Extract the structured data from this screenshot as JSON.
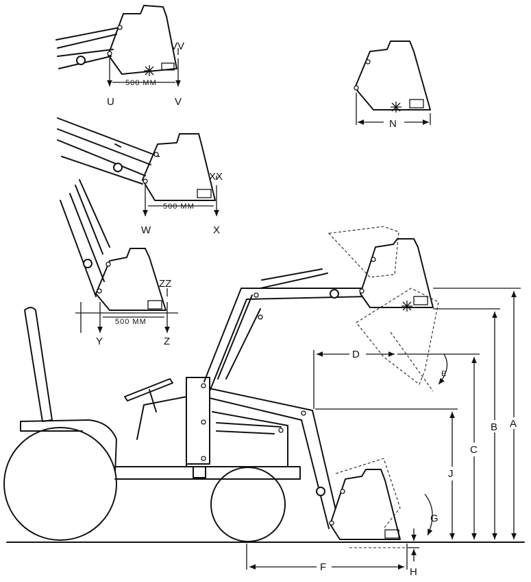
{
  "labels": {
    "A": "A",
    "B": "B",
    "C": "C",
    "D": "D",
    "E": "E",
    "F": "F",
    "G": "G",
    "H": "H",
    "J": "J",
    "N": "N",
    "U": "U",
    "V": "V",
    "VV": "VV",
    "W": "W",
    "X": "X",
    "XX": "XX",
    "Y": "Y",
    "Z": "Z",
    "ZZ": "ZZ"
  },
  "dimension_text": {
    "mm_top": "500 MM",
    "mm_middle": "500 MM",
    "mm_bottom": "500 MM"
  }
}
